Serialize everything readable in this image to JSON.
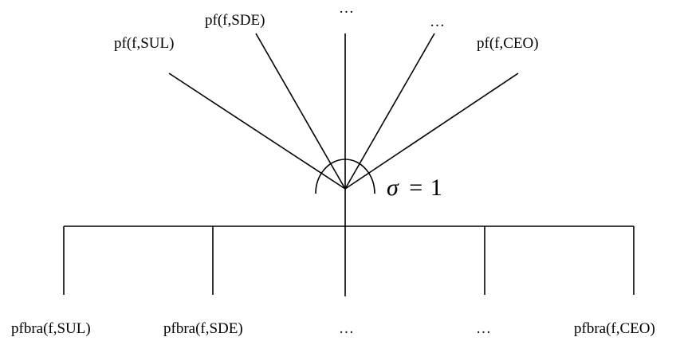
{
  "top_inputs": [
    {
      "label": "pf(f,SUL)"
    },
    {
      "label": "pf(f,SDE)"
    },
    {
      "label": "…"
    },
    {
      "label": "…"
    },
    {
      "label": "pf(f,CEO)"
    }
  ],
  "elasticity": {
    "symbol": "σ",
    "equals": "=",
    "value": "1"
  },
  "bottom_outputs": [
    {
      "label": "pfbra(f,SUL)"
    },
    {
      "label": "pfbra(f,SDE)"
    },
    {
      "label": "…"
    },
    {
      "label": "…"
    },
    {
      "label": "pfbra(f,CEO)"
    }
  ]
}
